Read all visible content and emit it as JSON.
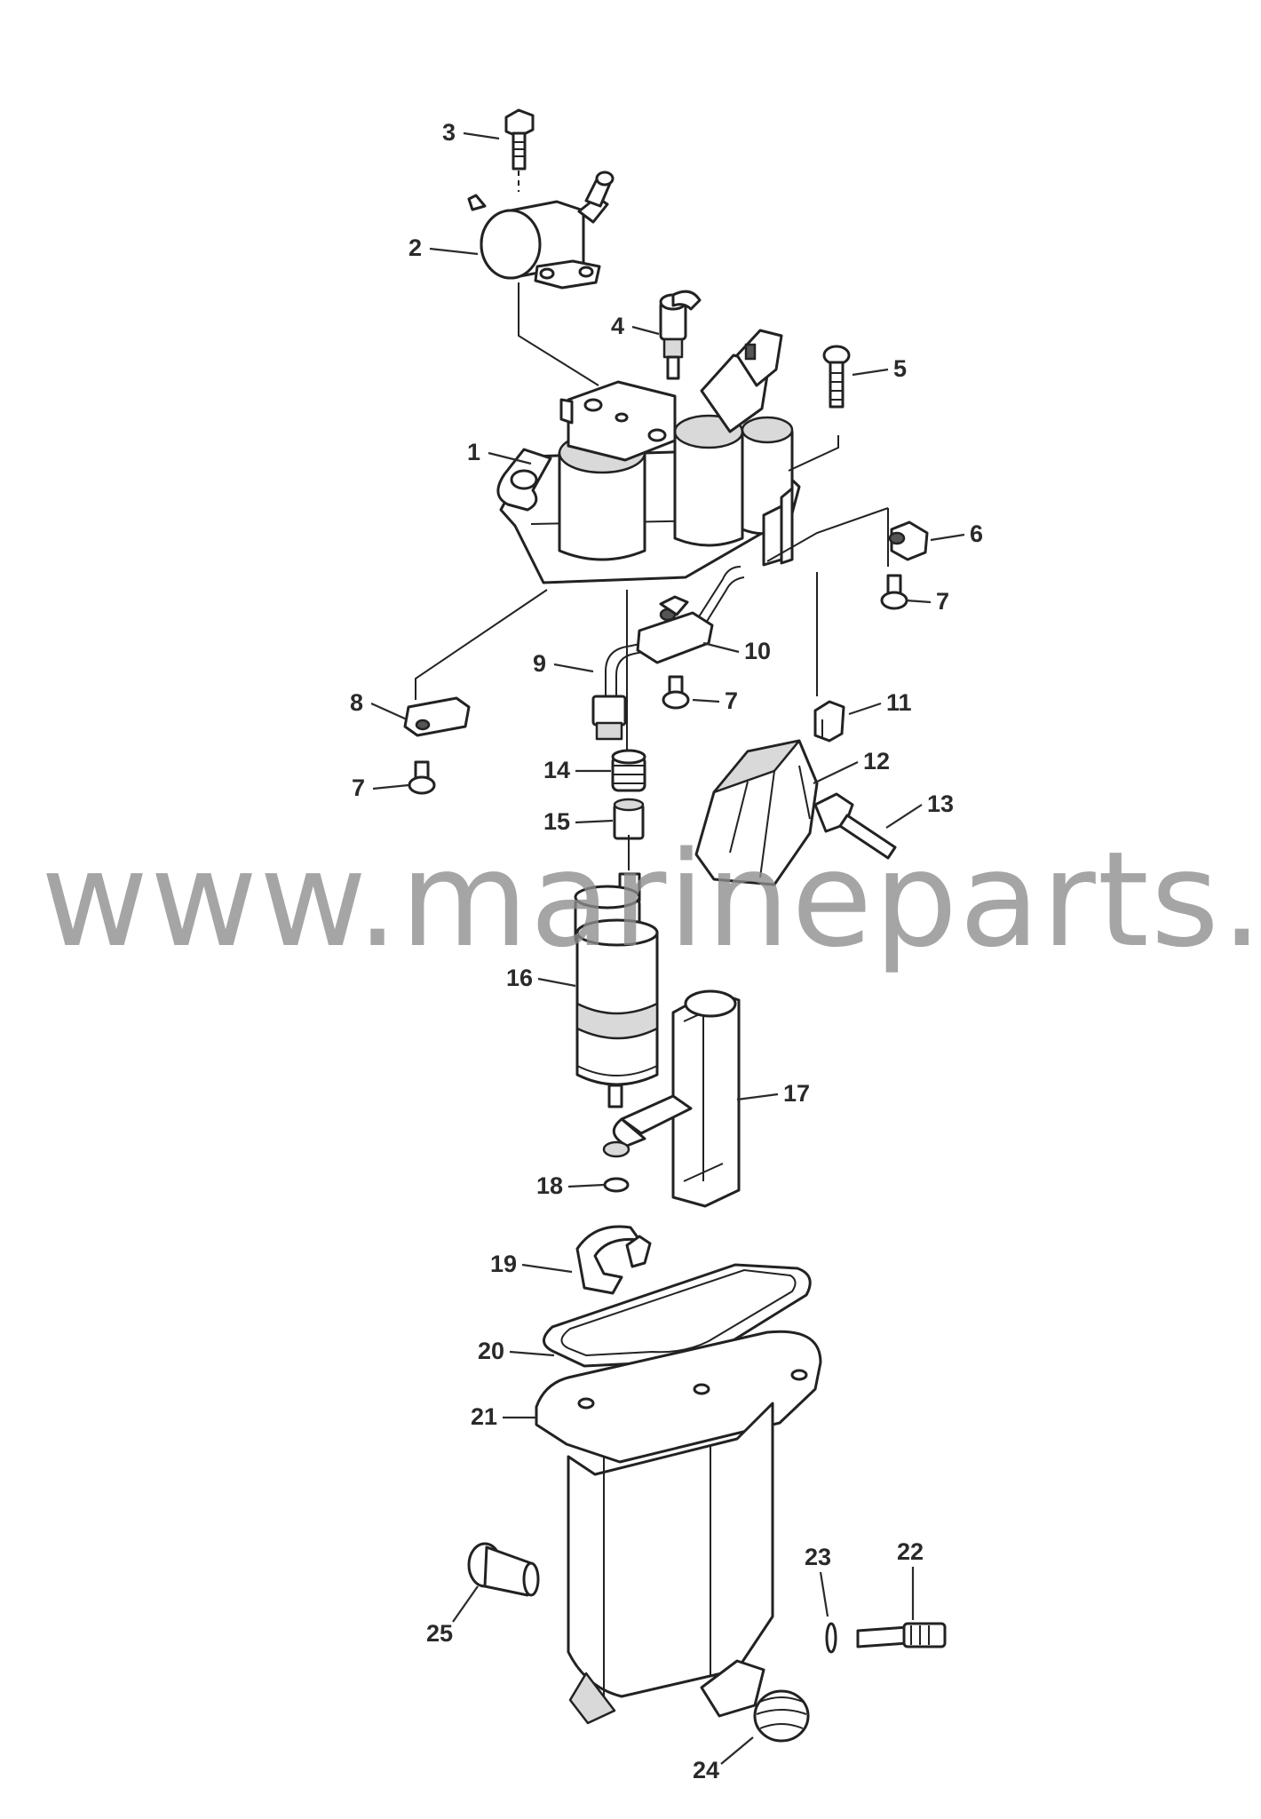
{
  "watermark": "www.marineparts.eu",
  "callouts": {
    "c1": "1",
    "c2": "2",
    "c3": "3",
    "c4": "4",
    "c5": "5",
    "c6": "6",
    "c7a": "7",
    "c7b": "7",
    "c7c": "7",
    "c8": "8",
    "c9": "9",
    "c10": "10",
    "c11": "11",
    "c12": "12",
    "c13": "13",
    "c14": "14",
    "c15": "15",
    "c16": "16",
    "c17": "17",
    "c18": "18",
    "c19": "19",
    "c20": "20",
    "c21": "21",
    "c22": "22",
    "c23": "23",
    "c24": "24",
    "c25": "25"
  }
}
